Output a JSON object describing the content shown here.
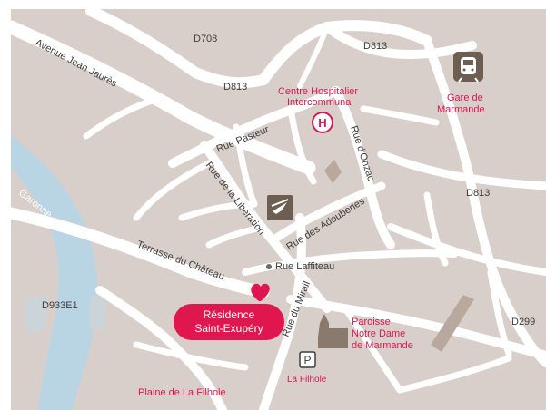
{
  "map": {
    "background_color": "#d9cfca",
    "road_color": "#ffffff",
    "water_color": "#b9d4e3",
    "accent_color": "#e0174e",
    "building_color": "#8a7a6e",
    "road_labels": {
      "avenue_jean_jaures": "Avenue Jean Jaurès",
      "rue_pasteur": "Rue Pasteur",
      "rue_liberation": "Rue de la Libération",
      "rue_adouberies": "Rue des Adouberies",
      "rue_onzac": "Rue d'Onzac",
      "rue_laffiteau": "Rue Laffiteau",
      "terrasse_chateau": "Terrasse du Château",
      "rue_mirail": "Rue du Mirail"
    },
    "route_labels": {
      "d708": "D708",
      "d813_top": "D813",
      "d813_left": "D813",
      "d813_right": "D813",
      "d933e1": "D933E1",
      "d299": "D299"
    },
    "water": {
      "river": "Garonne"
    },
    "pois": {
      "hospital_line1": "Centre Hospitalier",
      "hospital_line2": "Intercommunal",
      "hospital_icon_letter": "H",
      "station_line1": "Gare de",
      "station_line2": "Marmande",
      "church_line1": "Paroisse",
      "church_line2": "Notre Dame",
      "church_line3": "de Marmande",
      "parking_letter": "P",
      "parking_name": "La Filhole",
      "plaine": "Plaine de La Filhole"
    },
    "icons": {
      "train": "train-station-icon",
      "post": "post-office-icon",
      "hospital": "hospital-icon",
      "parking": "parking-icon",
      "location": "location-heart-icon",
      "church": "church-icon"
    },
    "residence": {
      "line1": "Résidence",
      "line2": "Saint-Exupéry"
    }
  }
}
